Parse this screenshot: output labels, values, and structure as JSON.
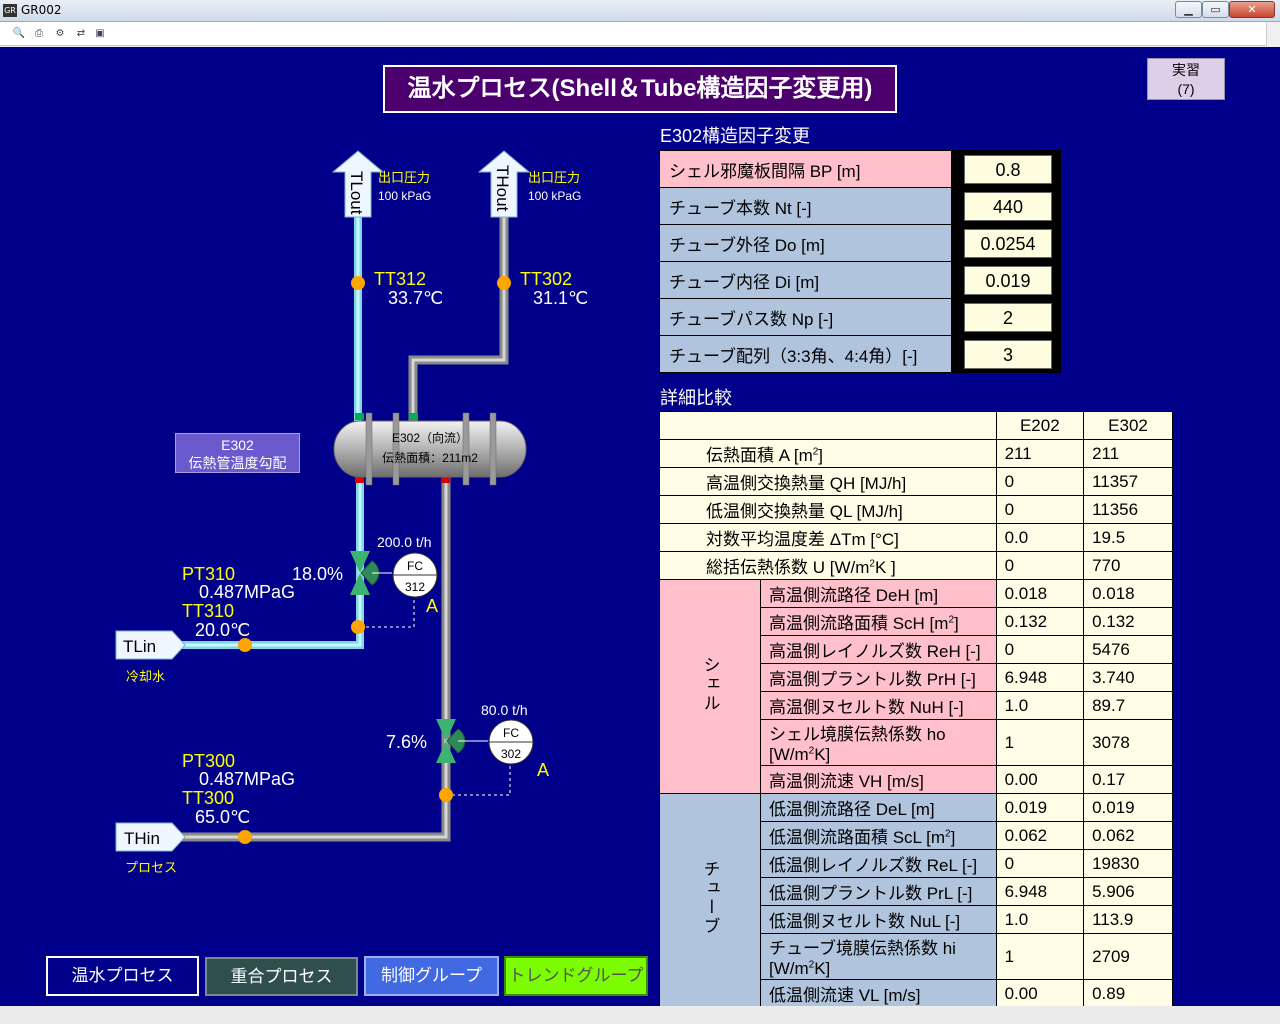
{
  "window": {
    "title": "GR002",
    "app_icon": "GR"
  },
  "toolbar": {
    "icons": [
      "zoom-icon",
      "print-icon",
      "settings-icon",
      "link-icon",
      "screen-icon"
    ]
  },
  "header": {
    "title": "温水プロセス(Shell＆Tube構造因子変更用)",
    "practice_button": [
      "実習",
      "(7)"
    ]
  },
  "params": {
    "heading": "E302構造因子変更",
    "rows": [
      {
        "label": "シェル邪魔板間隔 BP [m]",
        "value": "0.8",
        "color": "pink"
      },
      {
        "label": "チューブ本数 Nt [-]",
        "value": "440",
        "color": "steel"
      },
      {
        "label": "チューブ外径 Do [m]",
        "value": "0.0254",
        "color": "steel"
      },
      {
        "label": "チューブ内径 Di [m]",
        "value": "0.019",
        "color": "steel"
      },
      {
        "label": "チューブパス数 Np [-]",
        "value": "2",
        "color": "steel"
      },
      {
        "label": "チューブ配列（3:3角、4:4角）[-]",
        "value": "3",
        "color": "steel"
      }
    ]
  },
  "detail": {
    "heading": "詳細比較",
    "columns": [
      "E202",
      "E302"
    ],
    "common_rows": [
      {
        "label": "伝熱面積 A [m",
        "sup": "2",
        "tail": "]",
        "e202": "211",
        "e302": "211"
      },
      {
        "label": "高温側交換熱量 QH [MJ/h]",
        "e202": "0",
        "e302": "11357"
      },
      {
        "label": "低温側交換熱量 QL [MJ/h]",
        "e202": "0",
        "e302": "11356"
      },
      {
        "label": "対数平均温度差 ΔTm [°C]",
        "e202": "0.0",
        "e302": "19.5"
      },
      {
        "label": "総括伝熱係数 U [W/m",
        "sup": "2",
        "tail": "K ]",
        "e202": "0",
        "e302": "770"
      }
    ],
    "shell_group": "シェル",
    "shell_rows": [
      {
        "label": "高温側流路径 DeH [m]",
        "e202": "0.018",
        "e302": "0.018"
      },
      {
        "label": "高温側流路面積 ScH [m",
        "sup": "2",
        "tail": "]",
        "e202": "0.132",
        "e302": "0.132"
      },
      {
        "label": "高温側レイノルズ数 ReH [-]",
        "e202": "0",
        "e302": "5476"
      },
      {
        "label": "高温側プラントル数 PrH [-]",
        "e202": "6.948",
        "e302": "3.740"
      },
      {
        "label": "高温側ヌセルト数 NuH [-]",
        "e202": "1.0",
        "e302": "89.7"
      },
      {
        "label": "シェル境膜伝熱係数 ho [W/m",
        "sup": "2",
        "tail": "K]",
        "e202": "1",
        "e302": "3078"
      },
      {
        "label": "高温側流速 VH [m/s]",
        "e202": "0.00",
        "e302": "0.17"
      }
    ],
    "tube_group": "チューブ",
    "tube_rows": [
      {
        "label": "低温側流路径 DeL [m]",
        "e202": "0.019",
        "e302": "0.019"
      },
      {
        "label": "低温側流路面積 ScL [m",
        "sup": "2",
        "tail": "]",
        "e202": "0.062",
        "e302": "0.062"
      },
      {
        "label": "低温側レイノルズ数 ReL [-]",
        "e202": "0",
        "e302": "19830"
      },
      {
        "label": "低温側プラントル数 PrL [-]",
        "e202": "6.948",
        "e302": "5.906"
      },
      {
        "label": "低温側ヌセルト数 NuL [-]",
        "e202": "1.0",
        "e302": "113.9"
      },
      {
        "label": "チューブ境膜伝熱係数 hi [W/m",
        "sup": "2",
        "tail": "K]",
        "e202": "1",
        "e302": "2709"
      },
      {
        "label": "低温側流速 VL [m/s]",
        "e202": "0.00",
        "e302": "0.89"
      }
    ]
  },
  "diagram": {
    "tlout": {
      "label": "TLout",
      "note1": "出口圧力",
      "note2": "100 kPaG"
    },
    "thout": {
      "label": "THout",
      "note1": "出口圧力",
      "note2": "100 kPaG"
    },
    "tt312": {
      "tag": "TT312",
      "value": "33.7℃"
    },
    "tt302": {
      "tag": "TT302",
      "value": "31.1℃"
    },
    "exchanger": {
      "line1": "E302（向流）",
      "line2": "伝熱面積：211m2"
    },
    "e302_button": [
      "E302",
      "伝熱管温度勾配"
    ],
    "fc312": {
      "flow": "200.0 t/h",
      "top": "FC",
      "num": "312",
      "mode": "A",
      "valve": "18.0%"
    },
    "fc302": {
      "flow": "80.0 t/h",
      "top": "FC",
      "num": "302",
      "mode": "A",
      "valve": "7.6%"
    },
    "pt310": {
      "tag": "PT310",
      "value": "0.487MPaG"
    },
    "tt310": {
      "tag": "TT310",
      "value": "20.0℃"
    },
    "pt300": {
      "tag": "PT300",
      "value": "0.487MPaG"
    },
    "tt300": {
      "tag": "TT300",
      "value": "65.0℃"
    },
    "tlin": {
      "label": "TLin",
      "caption": "冷却水"
    },
    "thin": {
      "label": "THin",
      "caption": "プロセス"
    }
  },
  "nav": {
    "warmwater": "温水プロセス",
    "polymer": "重合プロセス",
    "control": "制御グループ",
    "trend": "トレンドグループ"
  },
  "colors": {
    "background": "#00008b",
    "title_bg": "#4b006e",
    "cold_pipe": "#b0f0ff",
    "hot_pipe": "#b4b4b4",
    "sensor": "#ffa500",
    "valve": "#3cb371"
  }
}
